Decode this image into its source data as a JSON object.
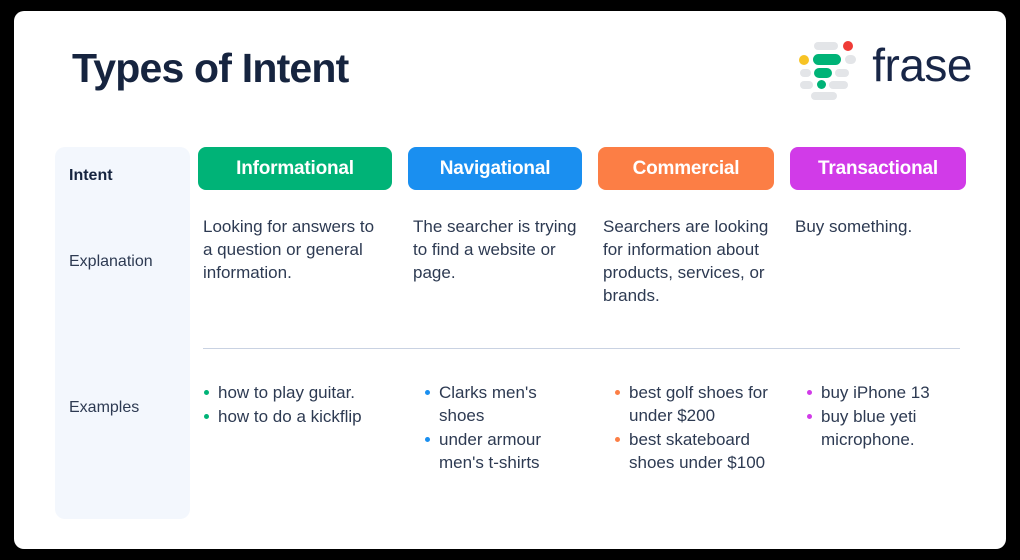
{
  "page": {
    "title": "Types of Intent"
  },
  "brand": {
    "name": "frase",
    "mark_name": "frase-logo-mark",
    "colors": {
      "dark": "#182647",
      "green": "#00b377",
      "yellow": "#f7c325",
      "red": "#ef3b36",
      "grey": "#e3e5e8"
    }
  },
  "table": {
    "row_labels": [
      {
        "key": "intent",
        "label": "Intent"
      },
      {
        "key": "explanation",
        "label": "Explanation"
      },
      {
        "key": "examples",
        "label": "Examples"
      }
    ],
    "columns": [
      {
        "badge": "Informational",
        "color": "#00b377",
        "explanation": "Looking for answers to a question or general information.",
        "examples": [
          "how to play guitar.",
          "how to do a kickflip"
        ]
      },
      {
        "badge": "Navigational",
        "color": "#1a8ff0",
        "explanation": "The searcher is trying to find a website or page.",
        "examples": [
          "Clarks men's shoes",
          "under armour men's t-shirts"
        ]
      },
      {
        "badge": "Commercial",
        "color": "#fc7e45",
        "explanation": "Searchers are looking for information about products, services, or brands.",
        "examples": [
          "best golf shoes for under $200",
          "best skateboard shoes under $100"
        ]
      },
      {
        "badge": "Transactional",
        "color": "#d13be8",
        "explanation": "Buy something.",
        "examples": [
          "buy iPhone 13",
          "buy blue yeti microphone."
        ]
      }
    ]
  }
}
